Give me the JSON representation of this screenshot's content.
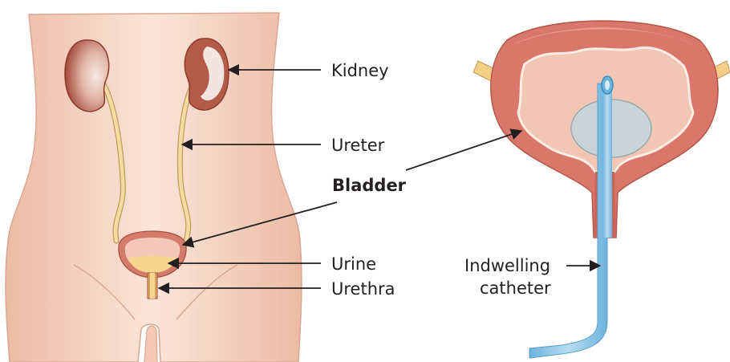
{
  "labels": {
    "kidney": "Kidney",
    "ureter": "Ureter",
    "bladder": "Bladder",
    "urine": "Urine",
    "urethra": "Urethra",
    "catheter_line1": "Indwelling",
    "catheter_line2": "catheter"
  },
  "colors": {
    "skin": "#f6d2c0",
    "skin_outline": "#d9a893",
    "kidney": "#a64b3c",
    "ureter": "#f3dca1",
    "bladder_wall": "#d9776a",
    "bladder_lining": "#f1c6b4",
    "urine": "#f6d68f",
    "balloon": "#c9d4d8",
    "catheter": "#8dc6e8",
    "arrow": "#231f20"
  }
}
